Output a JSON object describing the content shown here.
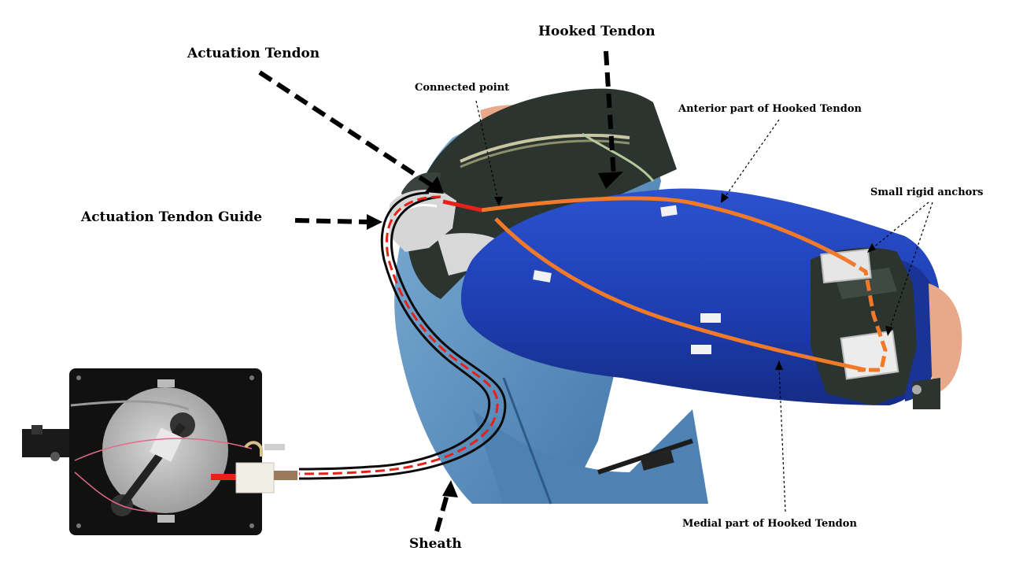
{
  "labels": {
    "hooked_tendon": "Hooked Tendon",
    "actuation_tendon": "Actuation Tendon",
    "connected_point": "Connected point",
    "anterior_part": "Anterior part of Hooked Tendon",
    "small_rigid_anchors": "Small rigid anchors",
    "actuation_tendon_guide": "Actuation Tendon Guide",
    "medial_part": "Medial part of Hooked Tendon",
    "sheath": "Sheath"
  },
  "colors": {
    "background": "#ffffff",
    "sleeve_blue": "#1f3fb3",
    "shirt_blue": "#5a8fc0",
    "strap_dark": "#2a2f2c",
    "tendon_orange": "#f07a2a",
    "actuation_red": "#e8201a",
    "sheath_black": "#0a0a0a",
    "actuator_plate": "#111111",
    "pulley_disc": "#b9b9b9"
  }
}
